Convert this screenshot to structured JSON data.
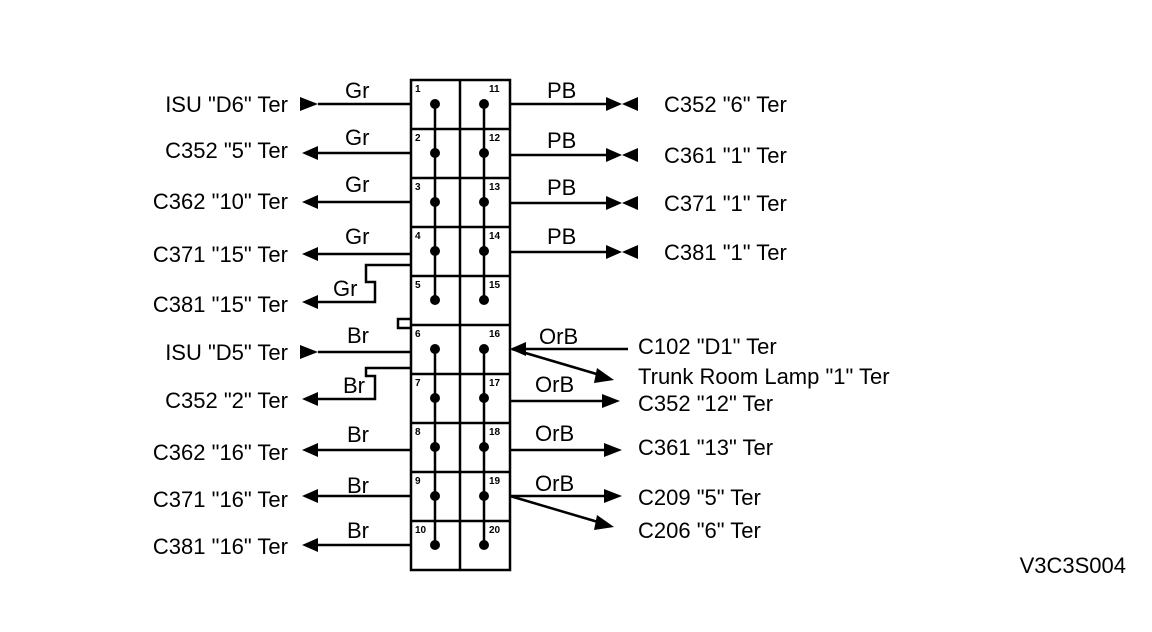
{
  "left_rows": [
    {
      "pin": "1",
      "wire": "Gr",
      "label": "ISU \"D6\" Ter",
      "arrow": "in"
    },
    {
      "pin": "2",
      "wire": "Gr",
      "label": "C352 \"5\" Ter",
      "arrow": "out"
    },
    {
      "pin": "3",
      "wire": "Gr",
      "label": "C362 \"10\" Ter",
      "arrow": "out"
    },
    {
      "pin": "4",
      "wire": "Gr",
      "label": "C371 \"15\" Ter",
      "arrow": "out"
    },
    {
      "pin": "5",
      "wire": "Gr",
      "label": "C381 \"15\" Ter",
      "arrow": "out"
    },
    {
      "pin": "6",
      "wire": "Br",
      "label": "ISU \"D5\" Ter",
      "arrow": "in"
    },
    {
      "pin": "7",
      "wire": "Br",
      "label": "C352 \"2\" Ter",
      "arrow": "out"
    },
    {
      "pin": "8",
      "wire": "Br",
      "label": "C362 \"16\" Ter",
      "arrow": "out"
    },
    {
      "pin": "9",
      "wire": "Br",
      "label": "C371 \"16\" Ter",
      "arrow": "out"
    },
    {
      "pin": "10",
      "wire": "Br",
      "label": "C381 \"16\" Ter",
      "arrow": "out"
    }
  ],
  "right_pins": [
    "11",
    "12",
    "13",
    "14",
    "15",
    "16",
    "17",
    "18",
    "19",
    "20"
  ],
  "right_rows": [
    {
      "wire": "PB",
      "label": "C352 \"6\" Ter"
    },
    {
      "wire": "PB",
      "label": "C361 \"1\" Ter"
    },
    {
      "wire": "PB",
      "label": "C371 \"1\" Ter"
    },
    {
      "wire": "PB",
      "label": "C381 \"1\" Ter"
    },
    {
      "wire": "OrB",
      "label": "C102 \"D1\" Ter"
    },
    {
      "wire": "",
      "label": "Trunk Room Lamp \"1\" Ter"
    },
    {
      "wire": "OrB",
      "label": "C352 \"12\" Ter"
    },
    {
      "wire": "OrB",
      "label": "C361 \"13\" Ter"
    },
    {
      "wire": "OrB",
      "label": "C209 \"5\" Ter"
    },
    {
      "wire": "",
      "label": "C206 \"6\" Ter"
    }
  ],
  "figure_code": "V3C3S004"
}
